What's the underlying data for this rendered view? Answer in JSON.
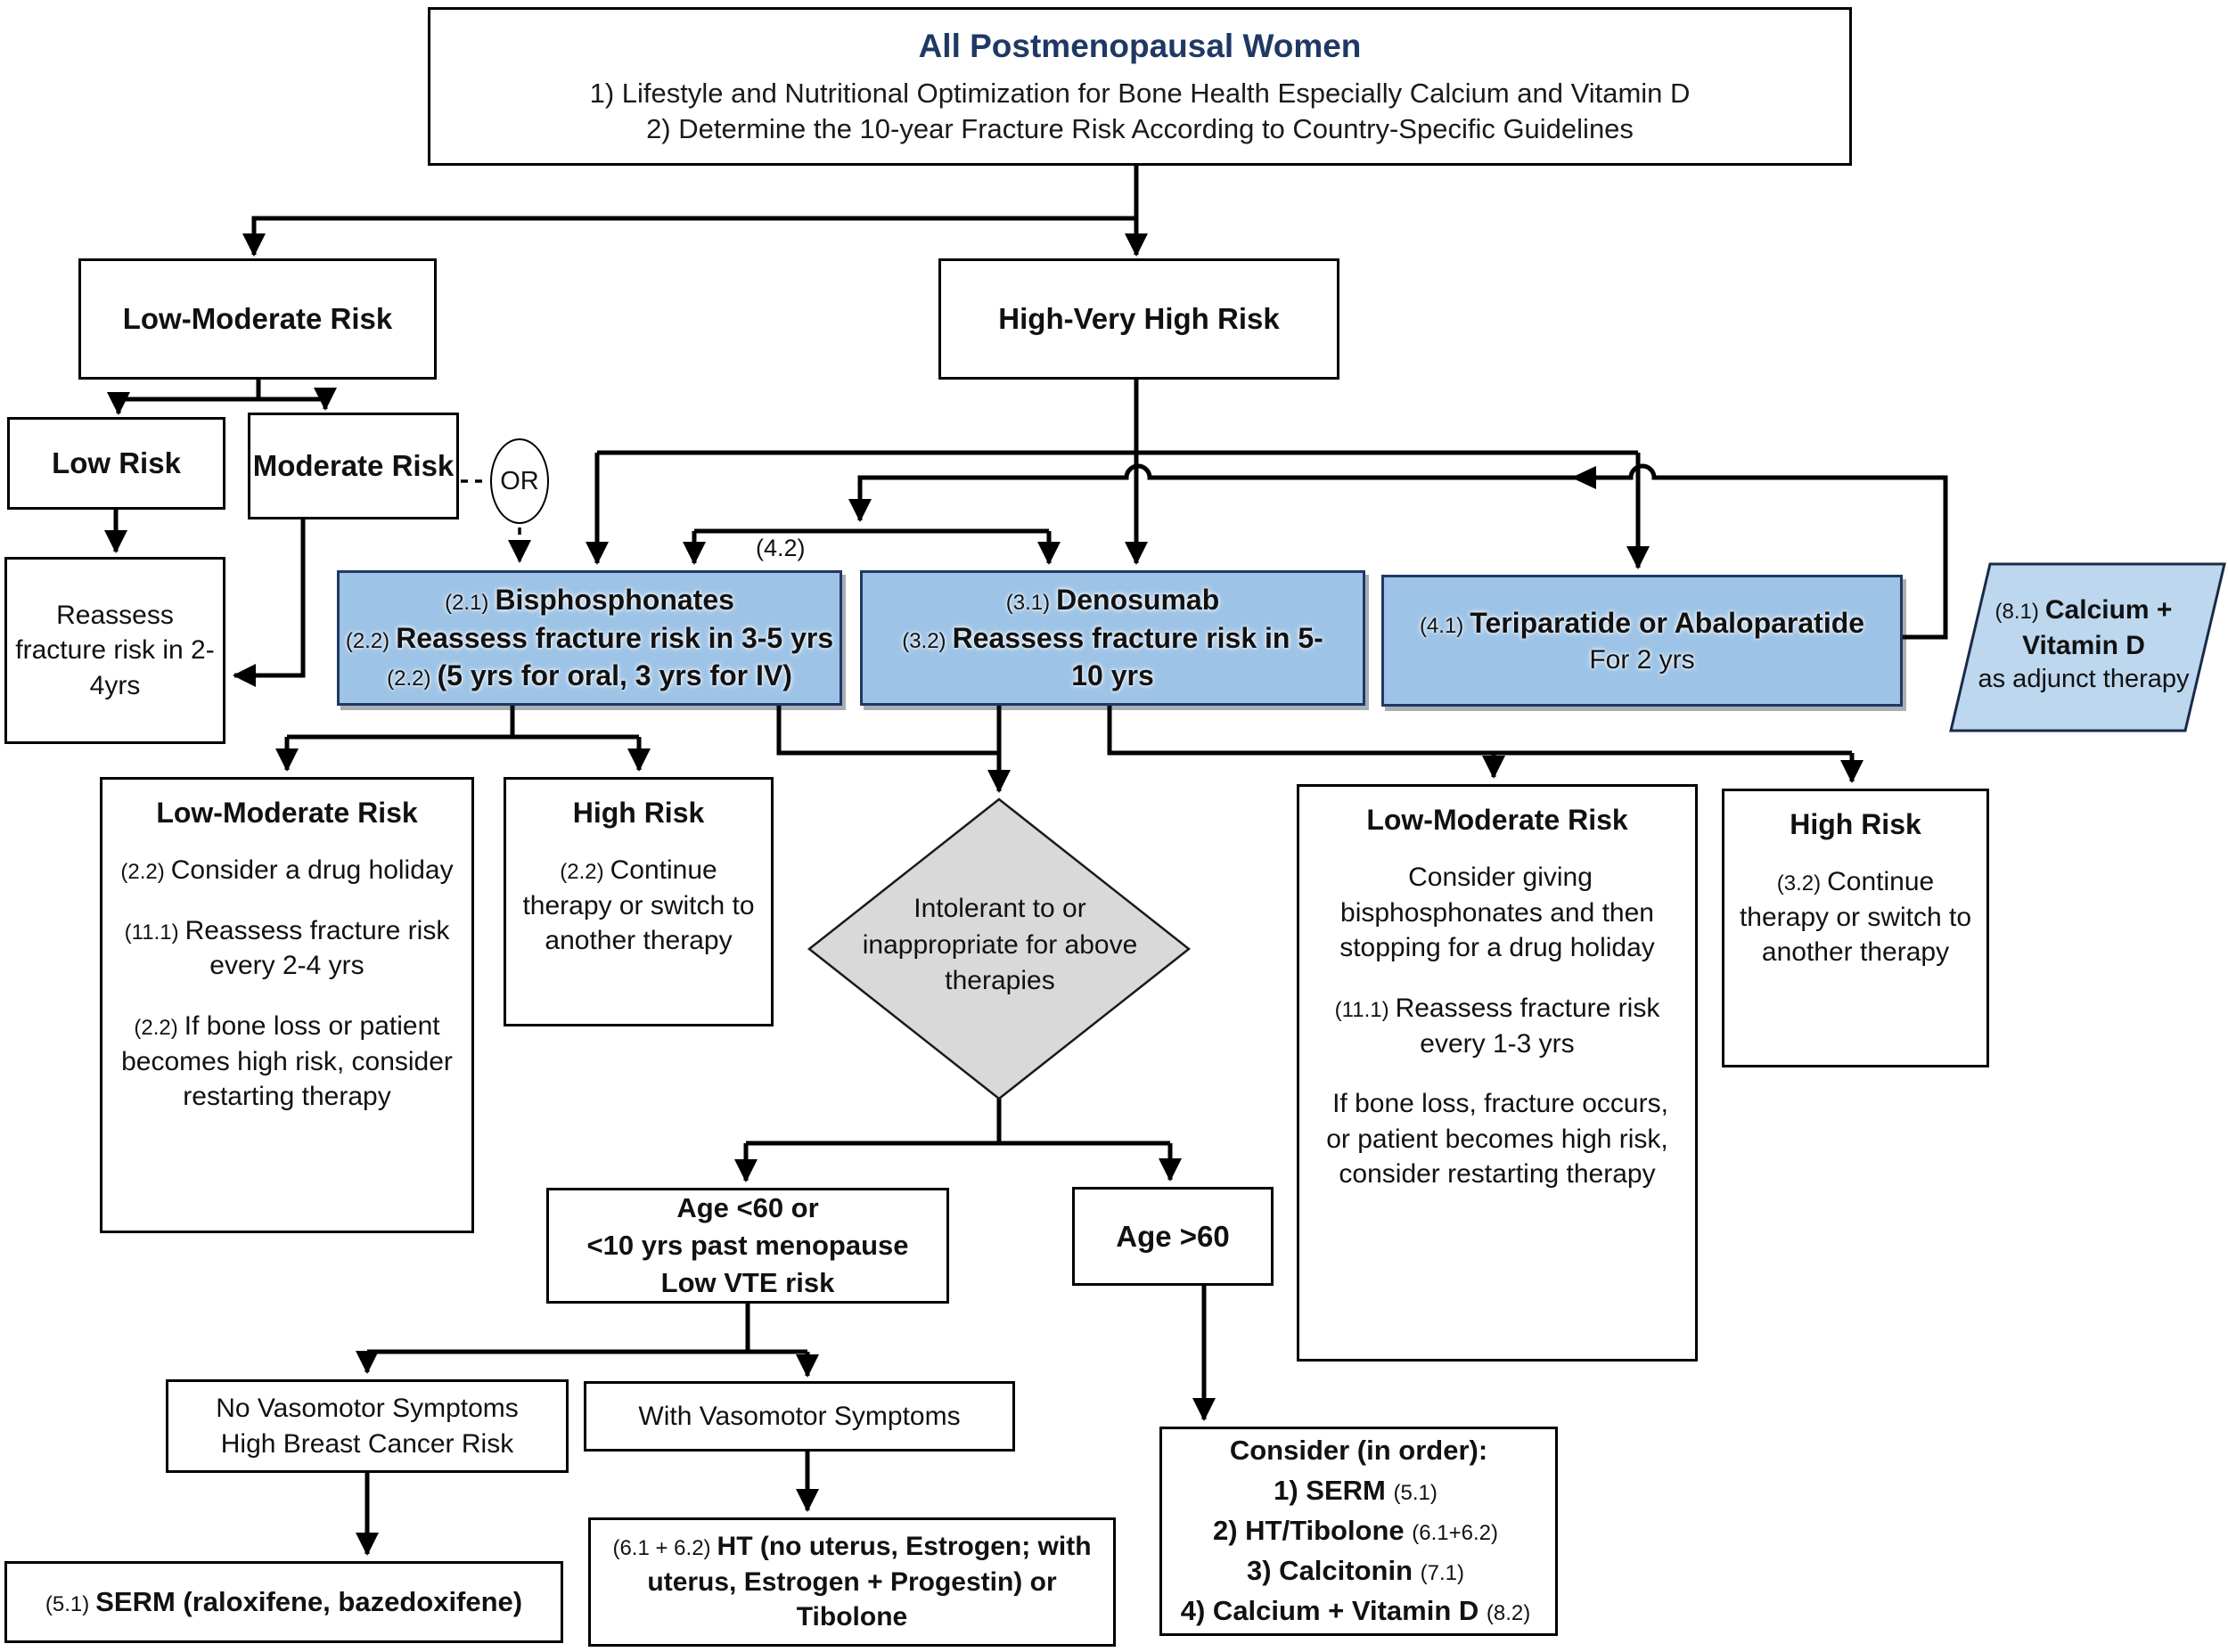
{
  "colors": {
    "therapy_fill": "#9DC3E6",
    "adjunct_fill": "#BDD7EE",
    "decision_fill": "#D9D9D9",
    "title_navy": "#1F3864",
    "line_color": "#000000"
  },
  "root": {
    "title": "All Postmenopausal Women",
    "line1": "1) Lifestyle and Nutritional Optimization for Bone Health Especially Calcium and Vitamin D",
    "line2": "2) Determine the 10-year Fracture Risk According to Country-Specific Guidelines"
  },
  "low_moderate_risk": {
    "label": "Low-Moderate Risk"
  },
  "high_very_high_risk": {
    "label": "High-Very High Risk"
  },
  "low_risk": {
    "label": "Low Risk"
  },
  "moderate_risk": {
    "label": "Moderate Risk"
  },
  "or_connector": {
    "label": "OR"
  },
  "reassess_2_4": {
    "text": "Reassess fracture risk in 2-4yrs"
  },
  "bisphosphonates": {
    "ref1": "(2.1)",
    "title": "Bisphosphonates",
    "ref2": "(2.2)",
    "line2": "Reassess fracture risk in 3-5 yrs",
    "ref3": "(2.2)",
    "line3": "(5 yrs for oral, 3 yrs for IV)"
  },
  "denosumab": {
    "ref1": "(3.1)",
    "title": "Denosumab",
    "ref2": "(3.2)",
    "line2": "Reassess fracture risk in 5-10 yrs"
  },
  "teriparatide": {
    "ref1": "(4.1)",
    "title": "Teriparatide or Abaloparatide",
    "line2": "For 2 yrs"
  },
  "calcium_adjunct": {
    "ref": "(8.1)",
    "title": "Calcium + Vitamin D",
    "line2": "as adjunct therapy"
  },
  "loop_label": "(4.2)",
  "bis_low_mod": {
    "title": "Low-Moderate Risk",
    "items": [
      {
        "ref": "(2.2)",
        "text": "Consider a drug holiday"
      },
      {
        "ref": "(11.1)",
        "text": "Reassess fracture risk every 2-4 yrs"
      },
      {
        "ref": "(2.2)",
        "text": "If bone loss or patient becomes high risk, consider restarting therapy"
      }
    ]
  },
  "bis_high": {
    "title": "High Risk",
    "ref": "(2.2)",
    "text": "Continue therapy or switch to another therapy"
  },
  "diamond": {
    "text": "Intolerant to or inappropriate for above therapies"
  },
  "deno_low_mod": {
    "title": "Low-Moderate Risk",
    "items": [
      {
        "ref": "",
        "text": "Consider giving bisphosphonates and then stopping for a drug holiday"
      },
      {
        "ref": "(11.1)",
        "text": "Reassess fracture risk every 1-3 yrs"
      },
      {
        "ref": "",
        "text": "If bone loss, fracture occurs, or patient becomes high risk, consider restarting therapy"
      }
    ]
  },
  "deno_high": {
    "title": "High Risk",
    "ref": "(3.2)",
    "text": "Continue therapy or switch to another therapy"
  },
  "age_lt60": {
    "line1": "Age <60 or",
    "line2": "<10 yrs past menopause",
    "line3": "Low VTE risk"
  },
  "age_gt60": {
    "label": "Age >60"
  },
  "no_vasomotor": {
    "line1": "No Vasomotor Symptoms",
    "line2": "High Breast Cancer Risk"
  },
  "with_vasomotor": {
    "label": "With Vasomotor Symptoms"
  },
  "serm": {
    "ref": "(5.1)",
    "text": "SERM (raloxifene, bazedoxifene)"
  },
  "ht": {
    "ref": "(6.1 + 6.2)",
    "text": "HT (no uterus, Estrogen; with uterus, Estrogen + Progestin) or Tibolone"
  },
  "consider": {
    "title": "Consider (in order):",
    "items": [
      {
        "text": "1) SERM",
        "ref": "(5.1)"
      },
      {
        "text": "2) HT/Tibolone",
        "ref": "(6.1+6.2)"
      },
      {
        "text": "3) Calcitonin",
        "ref": "(7.1)"
      },
      {
        "text": "4) Calcium + Vitamin D",
        "ref": "(8.2)"
      }
    ]
  }
}
